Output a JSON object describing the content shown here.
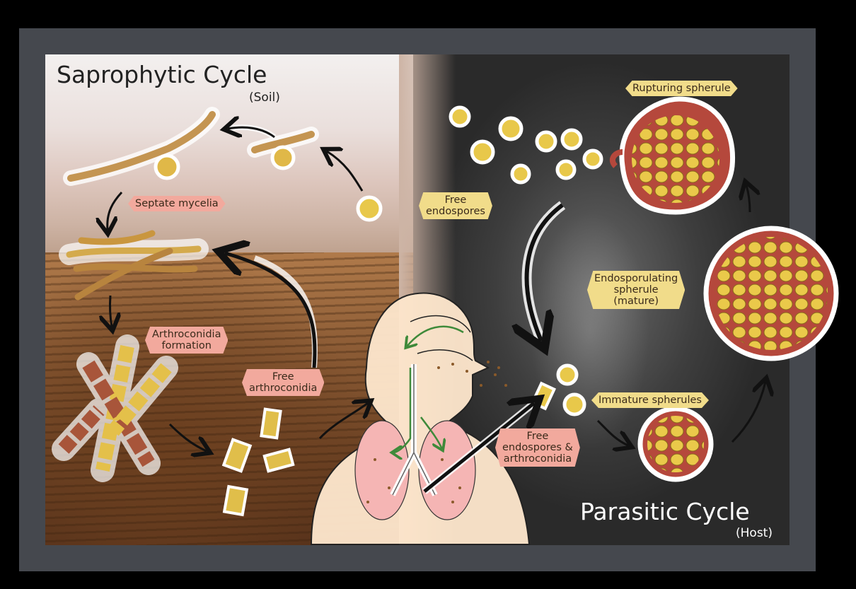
{
  "saprophytic": {
    "title": "Saprophytic Cycle",
    "subtitle": "(Soil)"
  },
  "parasitic": {
    "title": "Parasitic Cycle",
    "subtitle": "(Host)"
  },
  "labels": {
    "septate_mycelia": "Septate mycelia",
    "arthroconidia_formation_1": "Arthroconidia",
    "arthroconidia_formation_2": "formation",
    "free_arthroconidia_1": "Free",
    "free_arthroconidia_2": "arthroconidia",
    "free_endospores_1": "Free",
    "free_endospores_2": "endospores",
    "rupturing_spherule": "Rupturing spherule",
    "endosporulating_1": "Endosporulating",
    "endosporulating_2": "spherule",
    "endosporulating_3": "(mature)",
    "immature_spherules": "Immature spherules",
    "free_endospores_arthro_1": "Free",
    "free_endospores_arthro_2": "endospores &",
    "free_endospores_arthro_3": "arthroconidia"
  },
  "colors": {
    "pink_label": "#f2a99d",
    "yellow_label": "#f1dc8a",
    "spore": "#e8c84a",
    "spherule_wall": "#b5483c",
    "arrow": "#111111",
    "airflow": "#3f8a3a"
  }
}
